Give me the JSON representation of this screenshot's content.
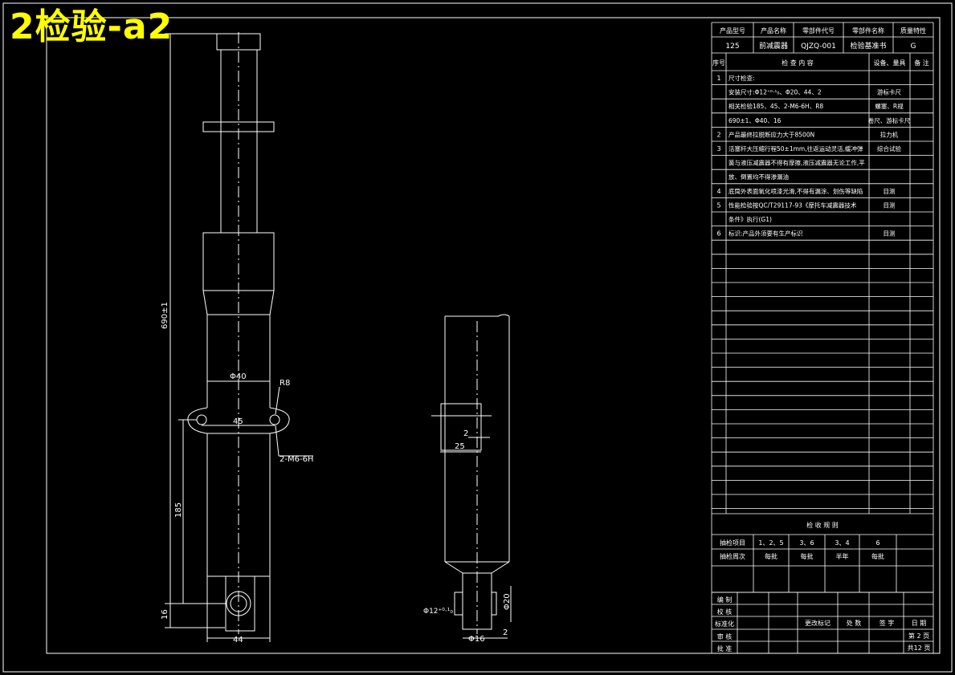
{
  "drawing_label": "2检验-a2",
  "colors": {
    "background": "#000000",
    "lines": "#ffffff",
    "label": "#ffff00"
  },
  "header": {
    "headers": [
      "产品型号",
      "产品名称",
      "零部件代号",
      "零部件名称",
      "质量特性"
    ],
    "values": [
      "125",
      "前减震器",
      "QJZQ-001",
      "检验基准书",
      "G"
    ]
  },
  "inspection": {
    "col_headers": [
      "序号",
      "检 查 内 容",
      "设备、量具",
      "备 注"
    ],
    "rows": [
      {
        "no": "1",
        "content": "尺寸检查:",
        "tool": ""
      },
      {
        "no": "",
        "content": "安装尺寸:Φ12⁺⁰·¹₀、Φ20、44、2",
        "tool": "游标卡尺"
      },
      {
        "no": "",
        "content": "相关检验185、45、2-M6-6H、R8",
        "tool": "螺塞、R规"
      },
      {
        "no": "",
        "content": "690±1、Φ40、16",
        "tool": "卷尺、游标卡尺"
      },
      {
        "no": "2",
        "content": "产品最终拉脱断应力大于8500N",
        "tool": "拉力机"
      },
      {
        "no": "3",
        "content": "活塞杆大压缩行程50±1mm,往返运动灵活,缓冲弹",
        "tool": "综合试验"
      },
      {
        "no": "",
        "content": "簧与液压减震器不得有摩擦,液压减震器无论工作,平",
        "tool": ""
      },
      {
        "no": "",
        "content": "放、倒置均不得渗漏油",
        "tool": ""
      },
      {
        "no": "4",
        "content": "底筒外表面氧化喷漆光滑,不得有漏涂、划伤等缺陷",
        "tool": "目测"
      },
      {
        "no": "5",
        "content": "性能检验按QC/T29117-93《摩托车减震器技术",
        "tool": "目测"
      },
      {
        "no": "",
        "content": "条件》执行(G1)",
        "tool": ""
      },
      {
        "no": "6",
        "content": "标识:产品外须要有生产标识",
        "tool": "目测"
      }
    ]
  },
  "sampling": {
    "title": "检 收 规 则",
    "item_label": "抽检项目",
    "items": [
      "1、2、5",
      "3、6",
      "3、4",
      "6"
    ],
    "freq_label": "抽检周次",
    "freqs": [
      "每批",
      "每批",
      "半年",
      "每批"
    ]
  },
  "signoff": {
    "roles": [
      "编 制",
      "校 核",
      "标准化",
      "审 核",
      "批 准"
    ],
    "change_headers": [
      "更改标记",
      "处 数",
      "签 字",
      "日 期"
    ],
    "page": "第 2 页",
    "total": "共12 页"
  },
  "dimensions": {
    "total_length": "690±1",
    "body_dia": "Φ40",
    "radius": "R8",
    "hole_spacing": "45",
    "thread": "2-M6-6H",
    "hole_height": "185",
    "eye_height": "16",
    "bottom_width": "44",
    "side_gap": "2",
    "side_width": "25",
    "pin_dia": "Φ12⁺⁰·¹₀",
    "eye_dia": "Φ20",
    "lug_dia": "Φ16",
    "lug_gap": "2"
  }
}
